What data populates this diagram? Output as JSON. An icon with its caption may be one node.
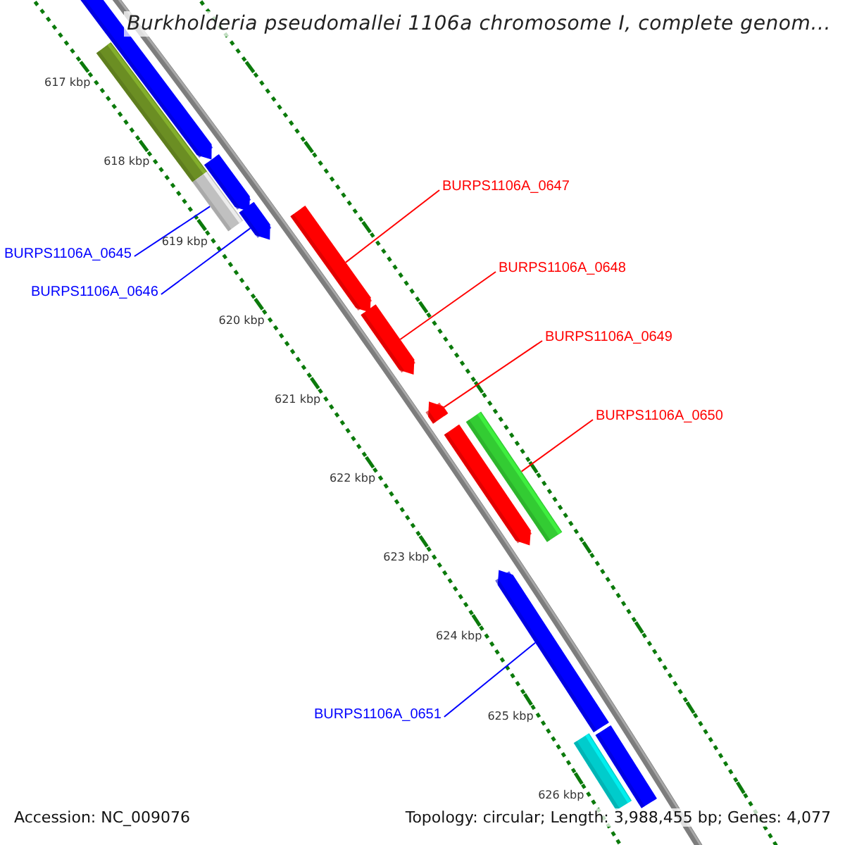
{
  "diagram": {
    "title": "Burkholderia pseudomallei 1106a chromosome I, complete genom...",
    "nodes": [
      {
        "text": [],
        "shape": "bar"
      },
      {
        "text": [],
        "shape": "bar"
      },
      {
        "text": [],
        "shape": "bar"
      },
      {
        "text": [],
        "shape": "bar"
      },
      {
        "text": [],
        "shape": "bar"
      },
      {
        "text": [],
        "shape": "bar"
      },
      {
        "text": [],
        "shape": "bar"
      },
      {
        "text": [],
        "shape": "bar"
      },
      {
        "text": [],
        "shape": "bar"
      },
      {
        "text": [],
        "shape": "bar"
      },
      {
        "text": [],
        "shape": "bar"
      },
      {
        "text": [],
        "shape": "bar"
      },
      {
        "text": [],
        "shape": "bar"
      },
      {
        "text": [
          "BURPS1106A_0645"
        ]
      },
      {
        "text": [
          "BURPS1106A_0646"
        ]
      },
      {
        "text": [
          "BURPS1106A_0647"
        ]
      },
      {
        "text": [
          "BURPS1106A_0648"
        ]
      },
      {
        "text": [
          "BURPS1106A_0649"
        ]
      },
      {
        "text": [
          "BURPS1106A_0650"
        ]
      },
      {
        "text": [
          "BURPS1106A_0651"
        ]
      }
    ],
    "edges": [
      {
        "from": 15,
        "to": 5,
        "arrow": "none"
      },
      {
        "from": 13,
        "to": 3,
        "arrow": "none",
        "color": "#0000ff"
      },
      {
        "from": 16,
        "to": 6,
        "arrow": "none"
      },
      {
        "from": 14,
        "to": 4,
        "arrow": "none",
        "color": "#0000ff"
      },
      {
        "from": 17,
        "to": 7,
        "arrow": "none"
      },
      {
        "from": 18,
        "to": 8,
        "arrow": "none"
      },
      {
        "from": 19,
        "to": 10,
        "arrow": "none",
        "color": "#0000ff"
      }
    ],
    "labels": [
      "617 kbp",
      "618 kbp",
      "619 kbp",
      "620 kbp",
      "621 kbp",
      "622 kbp",
      "623 kbp",
      "624 kbp",
      "625 kbp",
      "626 kbp",
      "Accession: NC_009076",
      "Topology: circular; Length: 3,988,455 bp; Genes: 4,077"
    ]
  }
}
